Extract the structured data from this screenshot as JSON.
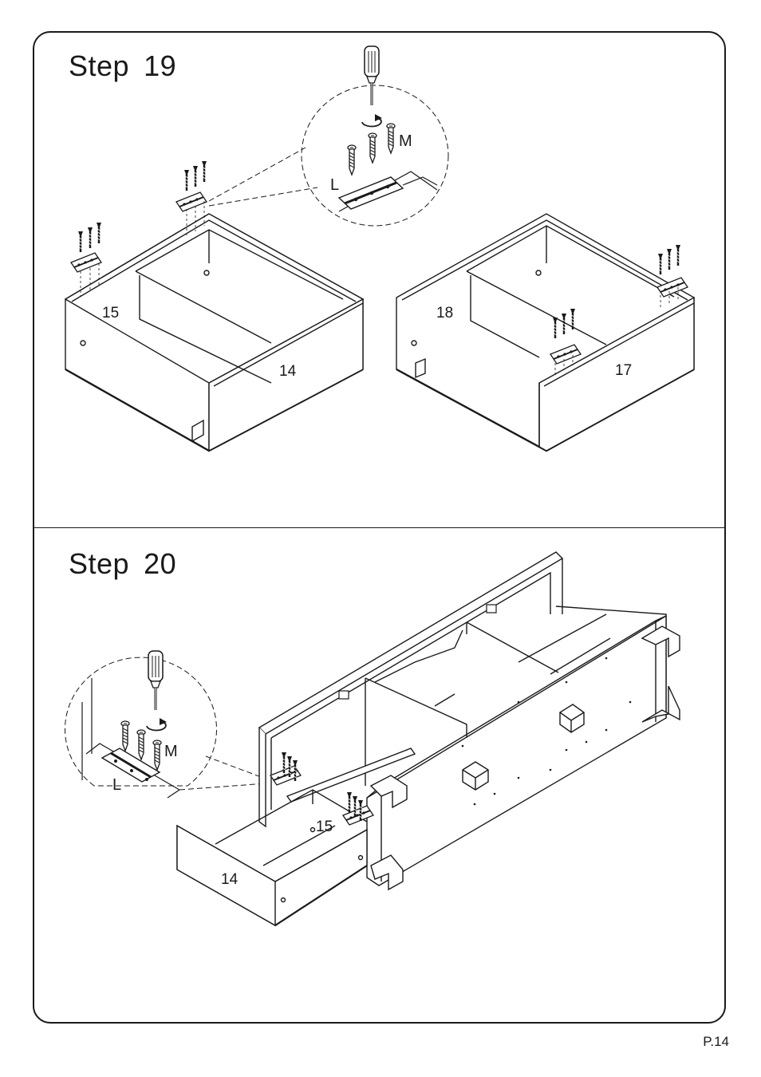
{
  "steps": [
    {
      "title_word": "Step",
      "title_number": "19",
      "hardware_labels": {
        "hinge": "L",
        "screw": "M"
      },
      "part_labels": [
        "15",
        "14",
        "18",
        "17"
      ]
    },
    {
      "title_word": "Step",
      "title_number": "20",
      "hardware_labels": {
        "hinge": "L",
        "screw": "M"
      },
      "part_labels": [
        "15",
        "14"
      ]
    }
  ],
  "page_number": "P.14",
  "colors": {
    "line": "#1a1a1a",
    "background": "#ffffff",
    "shade": "#cfcfcf"
  },
  "icons": [
    "screwdriver-icon",
    "rotate-arrow-icon",
    "screw-icon",
    "hinge-icon"
  ]
}
